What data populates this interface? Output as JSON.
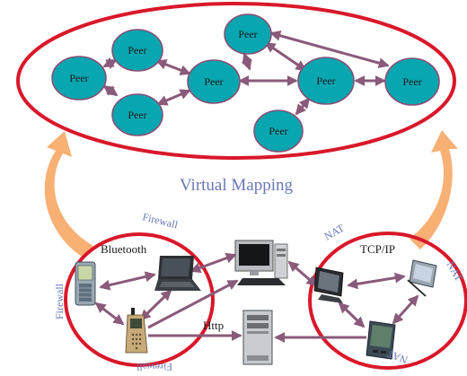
{
  "virtual_network": {
    "peers": [
      {
        "id": "p1",
        "label": "Peer"
      },
      {
        "id": "p2",
        "label": "Peer"
      },
      {
        "id": "p3",
        "label": "Peer"
      },
      {
        "id": "p4",
        "label": "Peer"
      },
      {
        "id": "p5",
        "label": "Peer"
      },
      {
        "id": "p6",
        "label": "Peer"
      },
      {
        "id": "p7",
        "label": "Peer"
      },
      {
        "id": "p8",
        "label": "Peer"
      }
    ]
  },
  "mapping_label": "Virtual Mapping",
  "physical_network": {
    "left_group_label": "Bluetooth",
    "right_group_label": "TCP/IP",
    "http_label": "Http",
    "firewall_top": "Firewall",
    "firewall_left": "Firewall",
    "firewall_bottom": "Firewall",
    "nat_top": "NAT",
    "nat_right": "NAT",
    "nat_bottom": "NAT",
    "devices": [
      {
        "id": "d1",
        "icon": "pda-icon"
      },
      {
        "id": "d2",
        "icon": "laptop-icon"
      },
      {
        "id": "d3",
        "icon": "mobile-phone-icon"
      },
      {
        "id": "d4",
        "icon": "desktop-computer-icon"
      },
      {
        "id": "d5",
        "icon": "server-tower-icon"
      },
      {
        "id": "d6",
        "icon": "flat-monitor-icon"
      },
      {
        "id": "d7",
        "icon": "pda-stylus-icon"
      },
      {
        "id": "d8",
        "icon": "palm-pda-icon"
      }
    ]
  },
  "colors": {
    "peer_fill": "#07a6b0",
    "ellipse_stroke": "#d9182a",
    "link_color": "#8a5a7a",
    "arrow_fill": "#f8b075",
    "label_blue": "#6a78b8"
  }
}
